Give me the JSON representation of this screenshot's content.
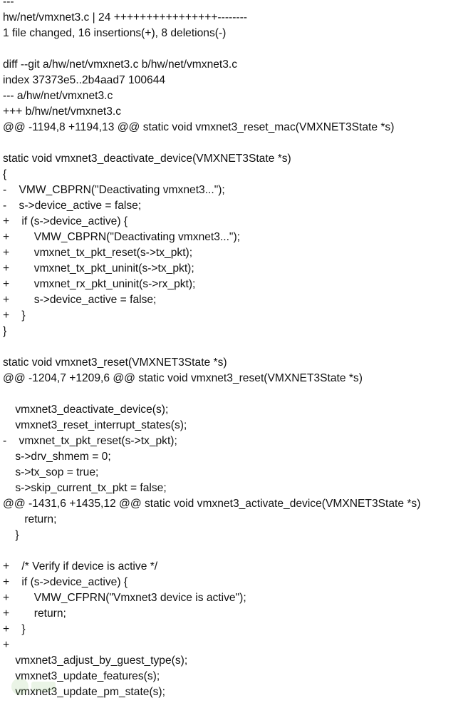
{
  "document": {
    "lines": [
      "---",
      "hw/net/vmxnet3.c | 24 ++++++++++++++++--------",
      "1 file changed, 16 insertions(+), 8 deletions(-)",
      "",
      "diff --git a/hw/net/vmxnet3.c b/hw/net/vmxnet3.c",
      "index 37373e5..2b4aad7 100644",
      "--- a/hw/net/vmxnet3.c",
      "+++ b/hw/net/vmxnet3.c",
      "@@ -1194,8 +1194,13 @@ static void vmxnet3_reset_mac(VMXNET3State *s)",
      "",
      "static void vmxnet3_deactivate_device(VMXNET3State *s)",
      "{",
      "-    VMW_CBPRN(\"Deactivating vmxnet3...\");",
      "-    s->device_active = false;",
      "+    if (s->device_active) {",
      "+        VMW_CBPRN(\"Deactivating vmxnet3...\");",
      "+        vmxnet_tx_pkt_reset(s->tx_pkt);",
      "+        vmxnet_tx_pkt_uninit(s->tx_pkt);",
      "+        vmxnet_rx_pkt_uninit(s->rx_pkt);",
      "+        s->device_active = false;",
      "+    }",
      "}",
      "",
      "static void vmxnet3_reset(VMXNET3State *s)",
      "@@ -1204,7 +1209,6 @@ static void vmxnet3_reset(VMXNET3State *s)",
      "",
      "    vmxnet3_deactivate_device(s);",
      "    vmxnet3_reset_interrupt_states(s);",
      "-    vmxnet_tx_pkt_reset(s->tx_pkt);",
      "    s->drv_shmem = 0;",
      "    s->tx_sop = true;",
      "    s->skip_current_tx_pkt = false;",
      "@@ -1431,6 +1435,12 @@ static void vmxnet3_activate_device(VMXNET3State *s)",
      "       return;",
      "    }",
      "",
      "+    /* Verify if device is active */",
      "+    if (s->device_active) {",
      "+        VMW_CFPRN(\"Vmxnet3 device is active\");",
      "+        return;",
      "+    }",
      "+",
      "    vmxnet3_adjust_by_guest_type(s);",
      "    vmxnet3_update_features(s);",
      "    vmxnet3_update_pm_state(s);"
    ]
  }
}
